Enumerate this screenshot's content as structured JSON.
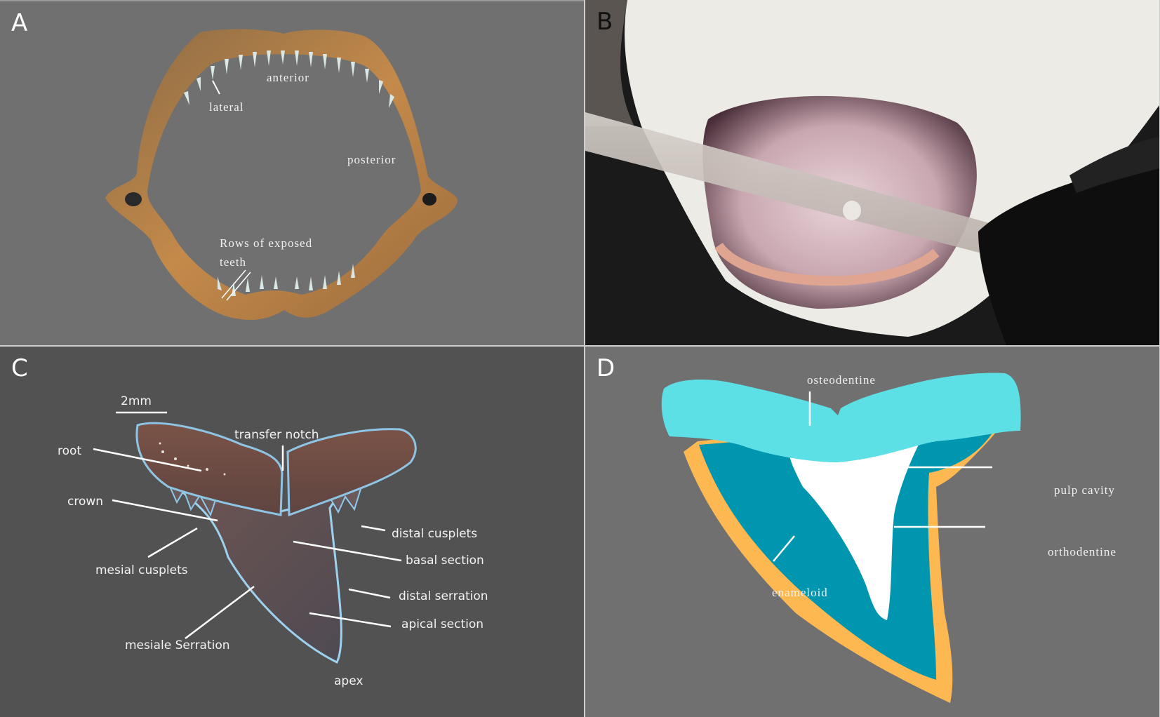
{
  "figure": {
    "panels": [
      {
        "id": "A",
        "letter": "A",
        "description": "Photograph of shark jaw, frontal view",
        "background": "#707070",
        "labels": {
          "anterior": "anterior",
          "lateral": "lateral",
          "posterior": "posterior",
          "rows_line1": "Rows of exposed",
          "rows_line2": "teeth"
        }
      },
      {
        "id": "B",
        "letter": "B",
        "description": "Photograph of model shark head with open mouth and transparent tube held by gloved hand"
      },
      {
        "id": "C",
        "letter": "C",
        "description": "Micrograph of single shark tooth with annotated anatomy",
        "background": "#525252",
        "scale_bar": "2mm",
        "labels": {
          "root": "root",
          "transfer_notch": "transfer notch",
          "crown": "crown",
          "distal_cusplets": "distal cusplets",
          "basal_section": "basal section",
          "mesial_cusplets": "mesial cusplets",
          "distal_serration": "distal serration",
          "apical_section": "apical section",
          "mesiale_serration": "mesiale Serration",
          "apex": "apex"
        }
      },
      {
        "id": "D",
        "letter": "D",
        "description": "Schematic cross-section of shark tooth tissue layers",
        "background": "#707070",
        "labels": {
          "osteodentine": "osteodentine",
          "pulp_cavity": "pulp cavity",
          "orthodentine": "orthodentine",
          "enameloid": "enameloid"
        },
        "colors": {
          "osteodentine": "#5ce0e5",
          "orthodentine": "#0096b0",
          "enameloid": "#fdb851",
          "pulp_cavity": "#ffffff"
        }
      }
    ]
  }
}
